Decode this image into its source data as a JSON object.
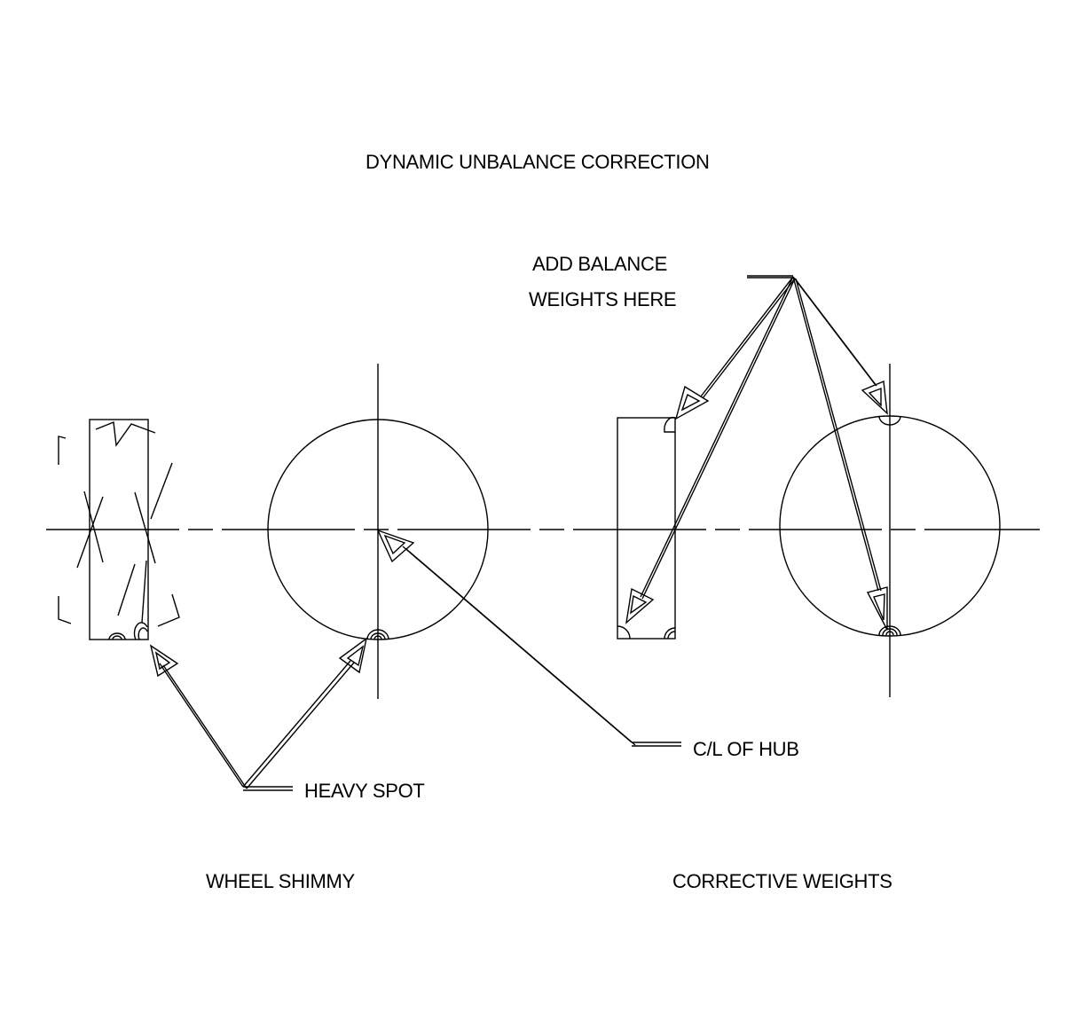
{
  "title": "DYNAMIC UNBALANCE CORRECTION",
  "callouts": {
    "add_weights_line1": "ADD BALANCE",
    "add_weights_line2": "WEIGHTS HERE",
    "hub_centerline": "C/L OF HUB",
    "heavy_spot": "HEAVY SPOT"
  },
  "captions": {
    "left": "WHEEL SHIMMY",
    "right": "CORRECTIVE WEIGHTS"
  }
}
